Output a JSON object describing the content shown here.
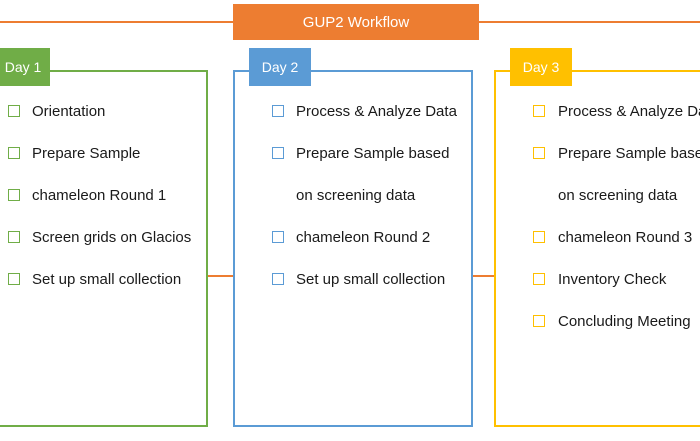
{
  "title": "GUP2 Workflow",
  "colors": {
    "connector": "#ed7d31",
    "title_bg": "#ed7d31",
    "day1": "#70ad47",
    "day2": "#5b9bd5",
    "day3": "#ffc000"
  },
  "days": [
    {
      "label": "Day 1",
      "tasks": [
        {
          "lines": [
            "Orientation"
          ]
        },
        {
          "lines": [
            "Prepare Sample"
          ]
        },
        {
          "lines": [
            "chameleon Round 1"
          ]
        },
        {
          "lines": [
            "Screen grids on Glacios"
          ]
        },
        {
          "lines": [
            "Set up small collection"
          ]
        }
      ]
    },
    {
      "label": "Day 2",
      "tasks": [
        {
          "lines": [
            "Process & Analyze Data"
          ]
        },
        {
          "lines": [
            "Prepare Sample based",
            "on screening data"
          ]
        },
        {
          "lines": [
            "chameleon Round 2"
          ]
        },
        {
          "lines": [
            "Set up small collection"
          ]
        }
      ]
    },
    {
      "label": "Day 3",
      "tasks": [
        {
          "lines": [
            "Process & Analyze Data"
          ]
        },
        {
          "lines": [
            "Prepare Sample based",
            "on screening data"
          ]
        },
        {
          "lines": [
            "chameleon Round 3"
          ]
        },
        {
          "lines": [
            "Inventory Check"
          ]
        },
        {
          "lines": [
            "Concluding Meeting"
          ]
        }
      ]
    }
  ]
}
